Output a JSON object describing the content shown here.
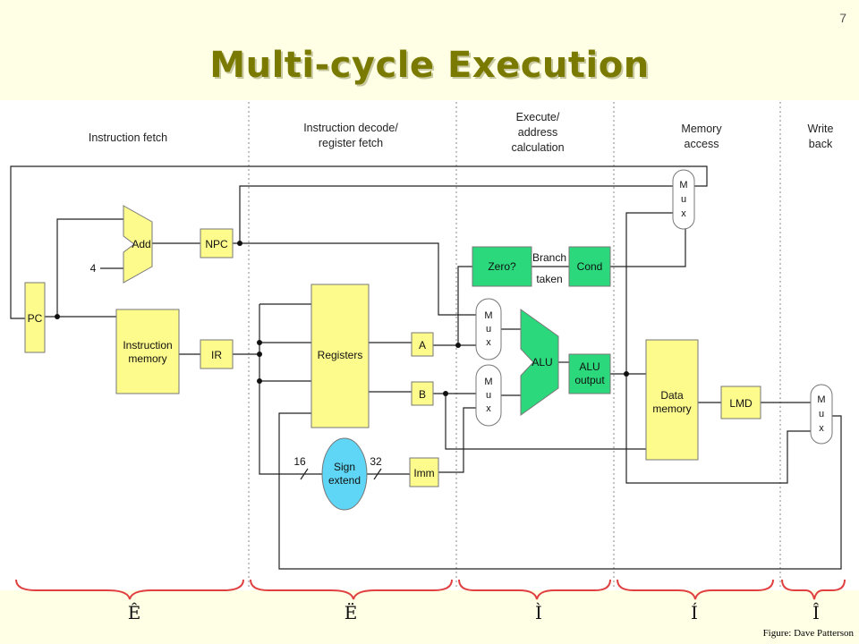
{
  "page_number": "7",
  "title": "Multi-cycle Execution",
  "credit": "Figure:  Dave Patterson",
  "colors": {
    "title": "#7a7a00",
    "yellow_block": "#fdfb8c",
    "green_block": "#2bd97c",
    "cyan_block": "#5fd6f5",
    "brace": "#e04040",
    "slide_bg": "#ffffe6"
  },
  "stages": {
    "fetch": "Instruction fetch",
    "decode_1": "Instruction decode/",
    "decode_2": "register fetch",
    "execute_1": "Execute/",
    "execute_2": "address",
    "execute_3": "calculation",
    "memory_1": "Memory",
    "memory_2": "access",
    "writeback_1": "Write",
    "writeback_2": "back"
  },
  "blocks": {
    "pc": "PC",
    "add": "Add",
    "npc": "NPC",
    "four": "4",
    "imem_1": "Instruction",
    "imem_2": "memory",
    "ir": "IR",
    "registers": "Registers",
    "reg_a": "A",
    "reg_b": "B",
    "sign_1": "Sign",
    "sign_2": "extend",
    "width_16": "16",
    "width_32": "32",
    "imm": "Imm",
    "zero": "Zero?",
    "branch": "Branch",
    "taken": "taken",
    "cond": "Cond",
    "alu": "ALU",
    "alu_out_1": "ALU",
    "alu_out_2": "output",
    "dmem_1": "Data",
    "dmem_2": "memory",
    "lmd": "LMD",
    "mux_m": "M",
    "mux_u": "u",
    "mux_x": "x"
  },
  "stage_symbols": [
    "Ê",
    "Ë",
    "Ì",
    "Í",
    "Î"
  ]
}
